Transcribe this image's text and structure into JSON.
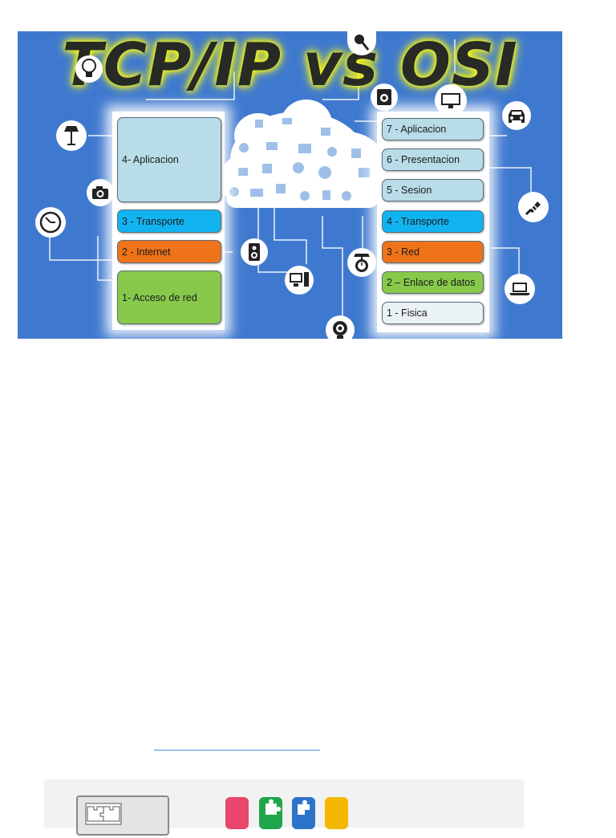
{
  "title": "TCP/IP vs OSI",
  "tcpip_layers": [
    {
      "label": "4- Aplicacion",
      "color": "#b8dde8"
    },
    {
      "label": "3 - Transporte",
      "color": "#11b4f0"
    },
    {
      "label": "2 - Internet",
      "color": "#ef7318"
    },
    {
      "label": "1- Acceso de red",
      "color": "#87c94b"
    }
  ],
  "osi_layers": [
    {
      "label": "7 - Aplicacion",
      "color": "#b8dde8"
    },
    {
      "label": "6 - Presentacion",
      "color": "#b8dde8"
    },
    {
      "label": "5 - Sesion",
      "color": "#b8dde8"
    },
    {
      "label": "4 - Transporte",
      "color": "#11b4f0"
    },
    {
      "label": "3 - Red",
      "color": "#ef7318"
    },
    {
      "label": "2 – Enlace de datos",
      "color": "#87c94b"
    },
    {
      "label": "1 - Fisica",
      "color": "#eaf2f4"
    }
  ],
  "icons": [
    "floor-lamp-icon",
    "camera-icon",
    "clock-icon",
    "speaker-icon",
    "desktop-icon",
    "kitchen-scale-icon",
    "webcam-icon",
    "car-icon",
    "drill-icon",
    "laptop-icon",
    "microphone-icon",
    "bulb-icon"
  ],
  "toolbar": {
    "button_colors": [
      "#e8466a",
      "#1fa64a",
      "#2d73c9",
      "#f5b800"
    ]
  }
}
